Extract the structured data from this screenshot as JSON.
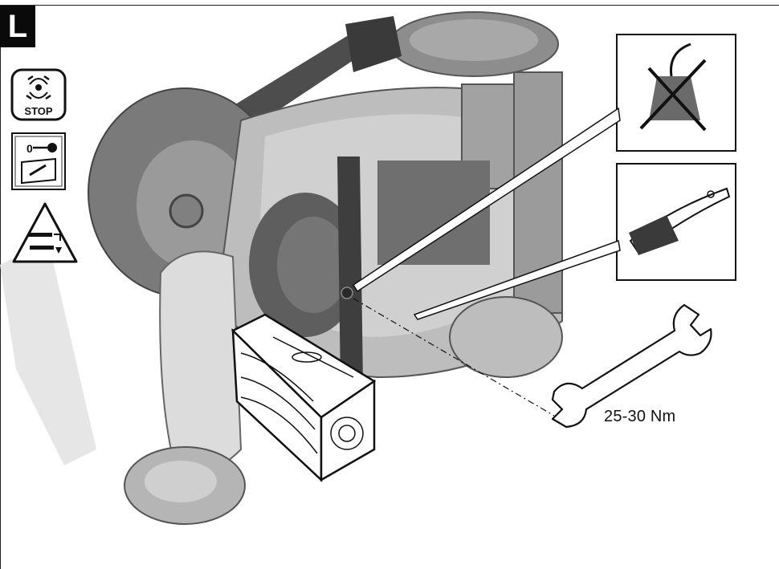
{
  "section": {
    "letter": "L"
  },
  "icons": {
    "stop": {
      "name": "blade-stop-icon",
      "label": "STOP"
    },
    "manual": {
      "name": "key-manual-icon",
      "label": "0"
    },
    "warning": {
      "name": "cutting-hazard-warning-icon"
    }
  },
  "callouts": {
    "no_water": {
      "name": "no-water-jet-icon"
    },
    "brush": {
      "name": "cleaning-brush-icon"
    }
  },
  "torque": {
    "value": "25-30 Nm"
  },
  "colors": {
    "ink": "#111111",
    "gray_light": "#d9d9d9",
    "gray_mid": "#9a9a9a",
    "gray_dark": "#4a4a4a"
  }
}
